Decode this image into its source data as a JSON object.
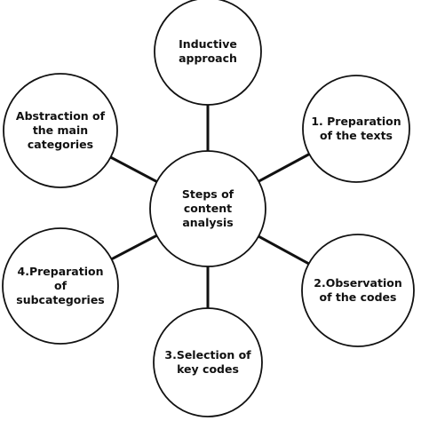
{
  "diagram": {
    "center": {
      "lines": [
        "Steps of",
        "content",
        "analysis"
      ]
    },
    "nodes": [
      {
        "id": "inductive-approach",
        "lines": [
          "Inductive",
          "approach"
        ]
      },
      {
        "id": "preparation-of-texts",
        "lines": [
          "1. Preparation",
          "of the texts"
        ]
      },
      {
        "id": "observation-of-codes",
        "lines": [
          "2.Observation",
          "of the codes"
        ]
      },
      {
        "id": "selection-of-key-codes",
        "lines": [
          "3.Selection of",
          "key codes"
        ]
      },
      {
        "id": "preparation-of-subcategories",
        "lines": [
          "4.Preparation",
          "of",
          "subcategories"
        ]
      },
      {
        "id": "abstraction-of-main-categories",
        "lines": [
          "Abstraction of",
          "the main",
          "categories"
        ]
      }
    ],
    "colors": {
      "stroke": "#111111",
      "fill": "#ffffff",
      "text": "#111111"
    }
  }
}
